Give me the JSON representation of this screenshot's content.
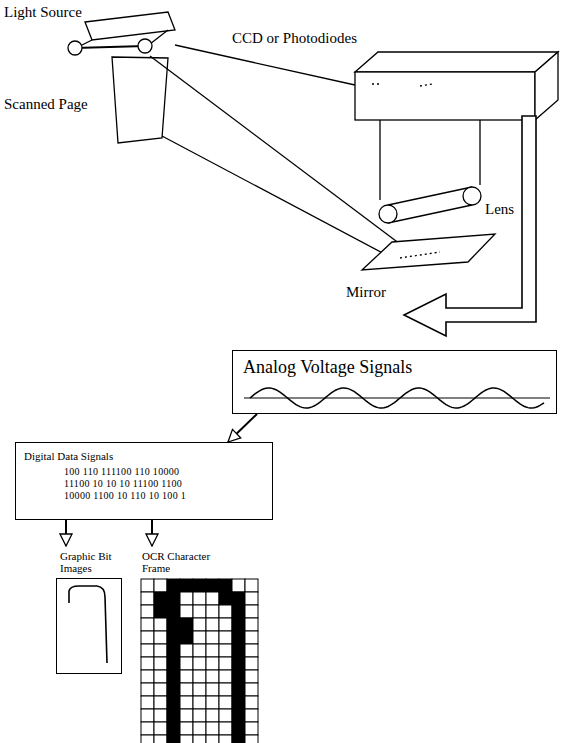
{
  "diagram": {
    "nodes": [
      {
        "text": [
          "Analog Voltage Signals"
        ]
      },
      {
        "text": [
          "Digital Data Signals",
          "100 110 111100 110 10000",
          "11100 10 10 10 11100 1100",
          "10000 1100 10 110 10 100 1"
        ]
      },
      {
        "text": [
          "Graphic Bit Images"
        ]
      },
      {
        "text": [
          "OCR Character Frame"
        ]
      }
    ],
    "edges": [
      {
        "from": 0,
        "to": 1,
        "arrow": "to"
      },
      {
        "from": 1,
        "to": 2,
        "arrow": "to"
      },
      {
        "from": 1,
        "to": 3,
        "arrow": "to"
      }
    ],
    "labels": [
      "Light Source",
      "CCD or Photodiodes",
      "Scanned Page",
      "Lens",
      "Mirror"
    ]
  }
}
